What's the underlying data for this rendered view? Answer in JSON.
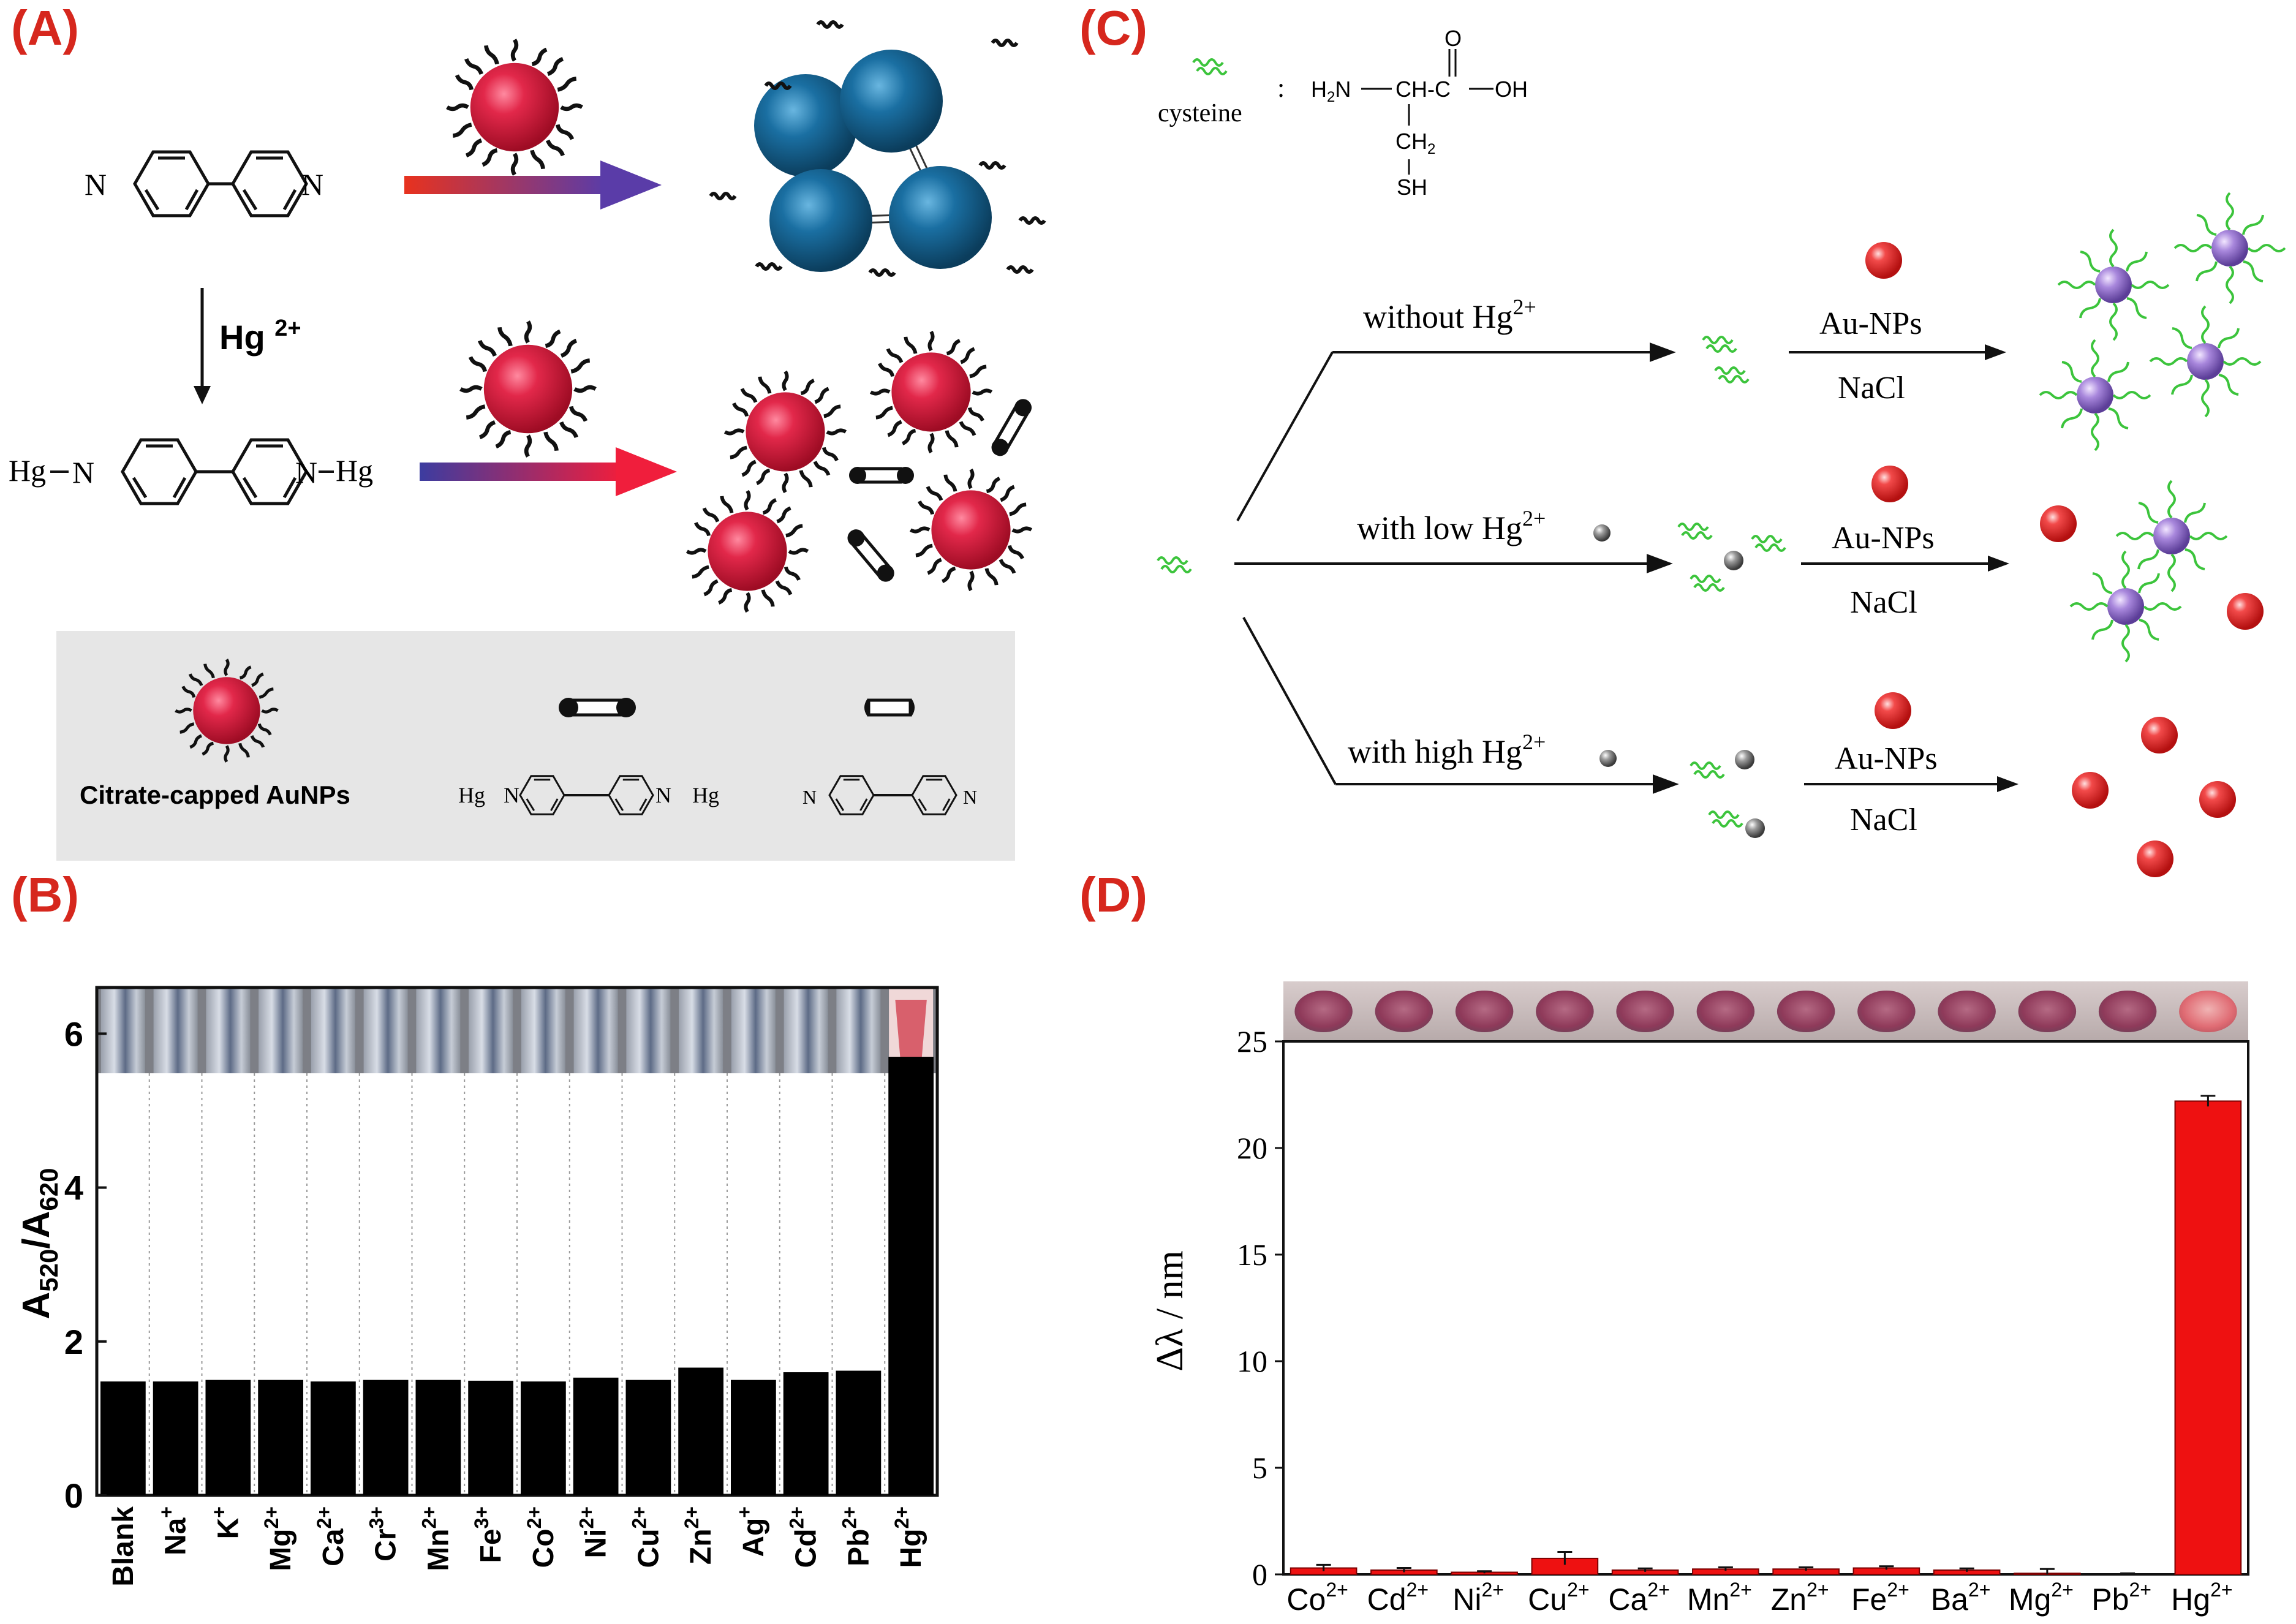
{
  "panels": {
    "A": {
      "label": "(A)",
      "hg_reagent": "Hg",
      "hg_reagent_sup": "2+",
      "ring_n": "N",
      "hg_left": "Hg",
      "hg_right": "Hg",
      "legend": {
        "aunp_caption": "Citrate-capped AuNPs",
        "hg_left": "Hg",
        "hg_right": "Hg",
        "ring_n": "N"
      }
    },
    "B": {
      "label": "(B)"
    },
    "C": {
      "label": "(C)",
      "cysteine_label": "cysteine",
      "cysteine_colon": ":",
      "formula_amine": "H",
      "formula_amine_sub": "2",
      "formula_amine_n": "N",
      "formula_backbone": "CH-C",
      "formula_oh": "OH",
      "formula_o": "O",
      "formula_ch2": "CH",
      "formula_ch2_sub": "2",
      "formula_sh": "SH",
      "branches": [
        {
          "text": "without Hg",
          "sup": "2+",
          "reagent": "Au-NPs",
          "salt": "NaCl"
        },
        {
          "text": "with low Hg",
          "sup": "2+",
          "reagent": "Au-NPs",
          "salt": "NaCl"
        },
        {
          "text": "with high Hg",
          "sup": "2+",
          "reagent": "Au-NPs",
          "salt": "NaCl"
        }
      ]
    },
    "D": {
      "label": "(D)"
    }
  },
  "chart_data": [
    {
      "type": "bar",
      "panel": "B",
      "title": "",
      "xlabel": "",
      "ylabel": "A520/A620",
      "ylabel_parts": [
        "A",
        "520",
        "/A",
        "620"
      ],
      "ylim": [
        0,
        6.6
      ],
      "yticks": [
        0,
        2,
        4,
        6
      ],
      "categories": [
        "Blank",
        "Na+",
        "K+",
        "Mg2+",
        "Ca2+",
        "Cr3+",
        "Mn2+",
        "Fe3+",
        "Co2+",
        "Ni2+",
        "Cu2+",
        "Zn2+",
        "Ag+",
        "Cd2+",
        "Pb2+",
        "Hg2+"
      ],
      "category_parts": [
        [
          "Blank",
          ""
        ],
        [
          "Na",
          "+"
        ],
        [
          "K",
          "+"
        ],
        [
          "Mg",
          "2+"
        ],
        [
          "Ca",
          "2+"
        ],
        [
          "Cr",
          "3+"
        ],
        [
          "Mn",
          "2+"
        ],
        [
          "Fe",
          "3+"
        ],
        [
          "Co",
          "2+"
        ],
        [
          "Ni",
          "2+"
        ],
        [
          "Cu",
          "2+"
        ],
        [
          "Zn",
          "2+"
        ],
        [
          "Ag",
          "+"
        ],
        [
          "Cd",
          "2+"
        ],
        [
          "Pb",
          "2+"
        ],
        [
          "Hg",
          "2+"
        ]
      ],
      "values": [
        1.48,
        1.48,
        1.5,
        1.5,
        1.48,
        1.5,
        1.5,
        1.49,
        1.48,
        1.53,
        1.5,
        1.66,
        1.5,
        1.6,
        1.62,
        5.7
      ],
      "bar_color": "#000000",
      "grid": false,
      "photo_strip": true
    },
    {
      "type": "bar",
      "panel": "D",
      "title": "",
      "xlabel": "",
      "ylabel": "Δλ / nm",
      "ylim": [
        0,
        25
      ],
      "yticks": [
        0,
        5,
        10,
        15,
        20,
        25
      ],
      "categories": [
        "Co2+",
        "Cd2+",
        "Ni2+",
        "Cu2+",
        "Ca2+",
        "Mn2+",
        "Zn2+",
        "Fe2+",
        "Ba2+",
        "Mg2+",
        "Pb2+",
        "Hg2+"
      ],
      "category_parts": [
        [
          "Co",
          "2+"
        ],
        [
          "Cd",
          "2+"
        ],
        [
          "Ni",
          "2+"
        ],
        [
          "Cu",
          "2+"
        ],
        [
          "Ca",
          "2+"
        ],
        [
          "Mn",
          "2+"
        ],
        [
          "Zn",
          "2+"
        ],
        [
          "Fe",
          "2+"
        ],
        [
          "Ba",
          "2+"
        ],
        [
          "Mg",
          "2+"
        ],
        [
          "Pb",
          "2+"
        ],
        [
          "Hg",
          "2+"
        ]
      ],
      "values": [
        0.3,
        0.2,
        0.1,
        0.75,
        0.2,
        0.25,
        0.25,
        0.3,
        0.2,
        0.05,
        0.0,
        22.2
      ],
      "errors": [
        0.15,
        0.1,
        0.05,
        0.3,
        0.08,
        0.08,
        0.08,
        0.08,
        0.08,
        0.2,
        0.05,
        0.25
      ],
      "bar_color": "#ee1111",
      "grid": false,
      "photo_strip": true
    }
  ],
  "colors": {
    "label_red": "#d6271d",
    "aunp_red": "#d41e3c",
    "aunp_blue": "#16699b",
    "arrow_red": "#e8321e",
    "arrow_purple": "#5a3ca8",
    "legend_bg": "#e6e6e6",
    "cysteine_green": "#3cc43c",
    "purple_np": "#9a7ad6"
  },
  "icons": {
    "aunp": "citrate-capped-gold-nanoparticle",
    "bipyridine": "4,4'-bipyridine-structure",
    "hg_bipyridine": "Hg-bipyridine-complex",
    "linker_icon": "bipyridine-linker-icon"
  }
}
